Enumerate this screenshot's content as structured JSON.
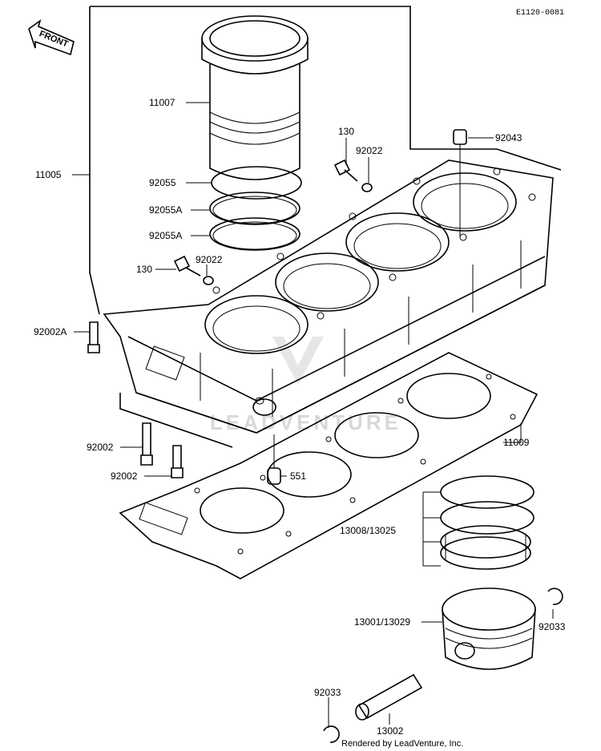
{
  "header": {
    "ref_code": "E1120-0081"
  },
  "front_badge": {
    "label": "FRONT"
  },
  "watermark": {
    "text": "LEADVENTURE"
  },
  "labels": {
    "l11007": "11007",
    "l11005": "11005",
    "l92055": "92055",
    "l92055a_1": "92055A",
    "l92055a_2": "92055A",
    "l130_top": "130",
    "l92022_top": "92022",
    "l92043": "92043",
    "l130_mid": "130",
    "l92022_mid": "92022",
    "l92002a": "92002A",
    "l11009": "11009",
    "l92002_1": "92002",
    "l92002_2": "92002",
    "l551": "551",
    "l13008": "13008/13025",
    "l13001": "13001/13029",
    "l92033_r": "92033",
    "l92033_l": "92033",
    "l13002": "13002"
  },
  "footer": {
    "text": "Rendered by LeadVenture, Inc."
  }
}
